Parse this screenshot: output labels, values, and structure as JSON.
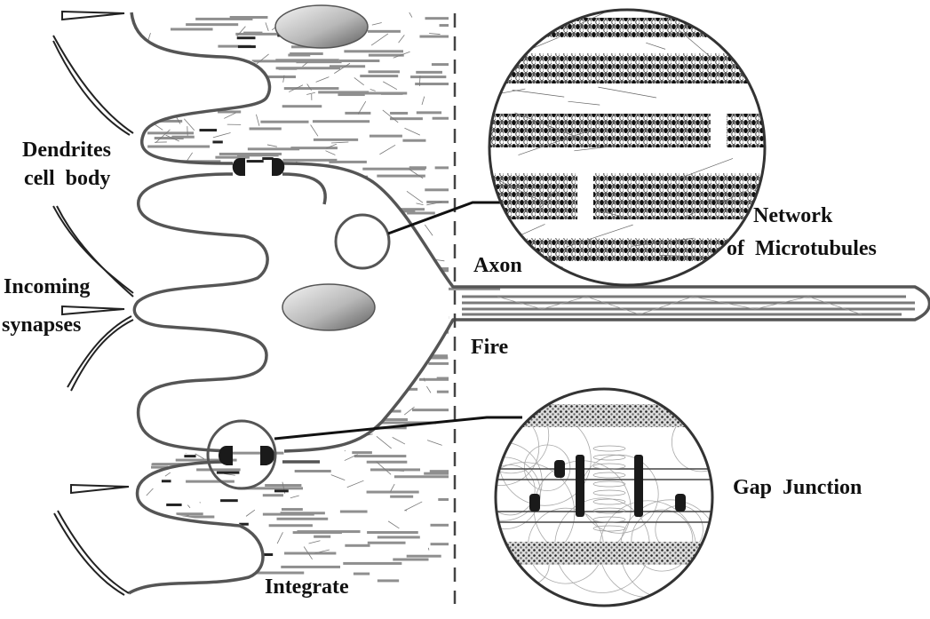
{
  "labels": {
    "dendrites": "Dendrites",
    "cell_body": "cell  body",
    "incoming": "Incoming",
    "synapses": "synapses",
    "axon": "Axon",
    "fire": "Fire",
    "network": "Network",
    "of_microtubules": "of  Microtubules",
    "gap_junction": "Gap  Junction",
    "integrate": "Integrate"
  },
  "colors": {
    "outline": "#555555",
    "microtubule": "#8a8a8a",
    "nucleus_light": "#f2f2f2",
    "nucleus_dark": "#6e6e6e",
    "junction": "#1a1a1a"
  }
}
